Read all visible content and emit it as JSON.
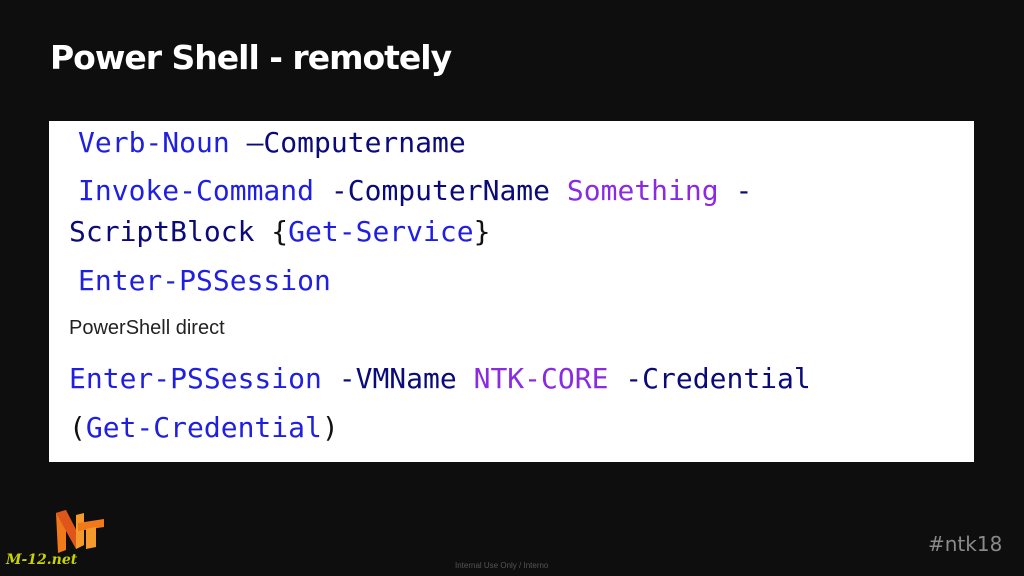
{
  "slide": {
    "title": "Power Shell - remotely",
    "code_lines": {
      "line1": {
        "cmd": "Verb-Noun",
        "param": " –Computername"
      },
      "line2": {
        "cmd": "Invoke-Command",
        "param": " -ComputerName ",
        "value": "Something",
        "tail": " -"
      },
      "line3": {
        "param": "ScriptBlock ",
        "open": "{",
        "cmd": "Get-Service",
        "close": "}"
      },
      "line4": {
        "cmd": "Enter-PSSession"
      },
      "label": "PowerShell direct",
      "line5": {
        "cmd": "Enter-PSSession",
        "param": " -VMName ",
        "value": "NTK-CORE",
        "param2": " -Credential"
      },
      "line6": {
        "open": "(",
        "cmd": "Get-Credential",
        "close": ")"
      }
    },
    "logo_text": "M-12.net",
    "hashtag": "#ntk18",
    "footer_note": "Internal Use Only / Interno"
  },
  "colors": {
    "background": "#0e0e0e",
    "code_box": "#ffffff",
    "cmdlet": "#1f1fe0",
    "parameter": "#0a0a78",
    "value": "#8a2be2",
    "logo_orange": "#f07a1a",
    "logo_green": "#c8d400"
  }
}
